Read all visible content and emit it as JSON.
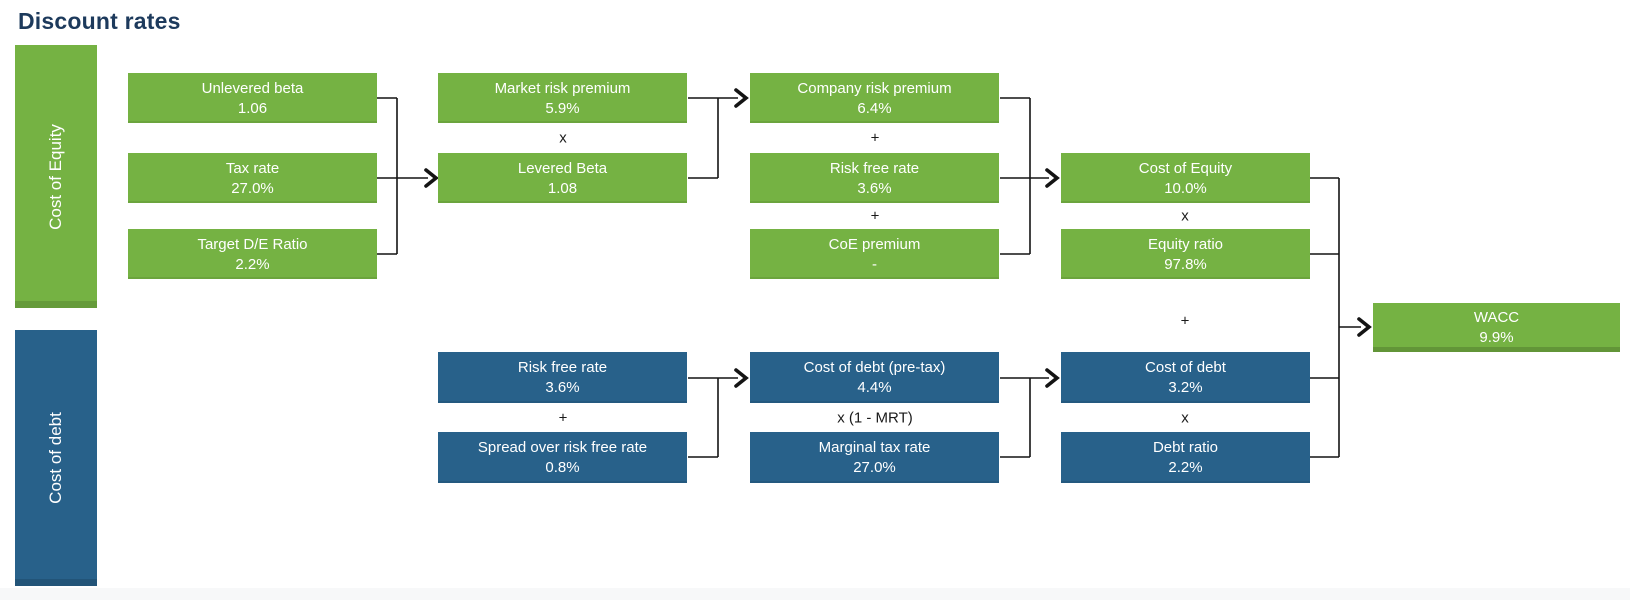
{
  "title": "Discount rates",
  "colors": {
    "green": "#75b243",
    "blue": "#28618a",
    "title_navy": "#1d3a5c",
    "connector": "#141414"
  },
  "sidebars": {
    "equity": {
      "label": "Cost of Equity"
    },
    "debt": {
      "label": "Cost of debt"
    }
  },
  "boxes": {
    "unlevered_beta": {
      "label": "Unlevered beta",
      "value": "1.06"
    },
    "tax_rate": {
      "label": "Tax rate",
      "value": "27.0%"
    },
    "target_de_ratio": {
      "label": "Target D/E Ratio",
      "value": "2.2%"
    },
    "market_risk_premium": {
      "label": "Market risk premium",
      "value": "5.9%"
    },
    "levered_beta": {
      "label": "Levered Beta",
      "value": "1.08"
    },
    "company_risk_premium": {
      "label": "Company risk premium",
      "value": "6.4%"
    },
    "risk_free_rate_equity": {
      "label": "Risk free rate",
      "value": "3.6%"
    },
    "coe_premium": {
      "label": "CoE premium",
      "value": "-"
    },
    "cost_of_equity": {
      "label": "Cost of Equity",
      "value": "10.0%"
    },
    "equity_ratio": {
      "label": "Equity ratio",
      "value": "97.8%"
    },
    "risk_free_rate_debt": {
      "label": "Risk free rate",
      "value": "3.6%"
    },
    "spread_over_rfr": {
      "label": "Spread over risk free rate",
      "value": "0.8%"
    },
    "cost_of_debt_pretax": {
      "label": "Cost of debt (pre-tax)",
      "value": "4.4%"
    },
    "marginal_tax_rate": {
      "label": "Marginal tax rate",
      "value": "27.0%"
    },
    "cost_of_debt": {
      "label": "Cost of debt",
      "value": "3.2%"
    },
    "debt_ratio": {
      "label": "Debt ratio",
      "value": "2.2%"
    },
    "wacc": {
      "label": "WACC",
      "value": "9.9%"
    }
  },
  "operators": {
    "equity_col2_multiply": "x",
    "equity_col3_plus_top": "+",
    "equity_col3_plus_bottom": "+",
    "equity_col4_multiply": "x",
    "wacc_plus": "+",
    "debt_col2_plus": "+",
    "debt_col3_one_minus_mrt": "x (1 - MRT)",
    "debt_col4_multiply": "x"
  }
}
